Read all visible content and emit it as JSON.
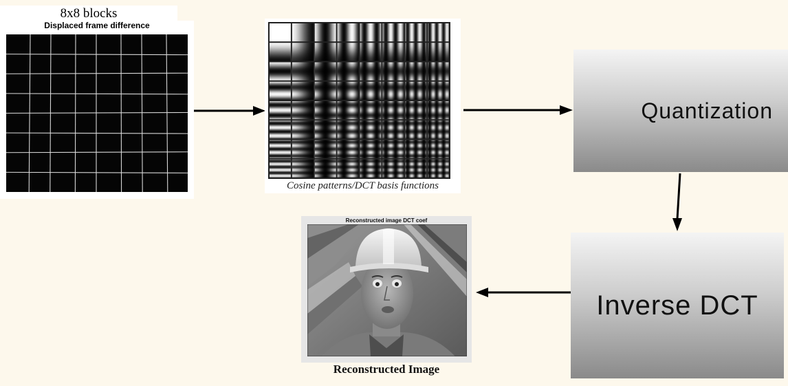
{
  "blocks": {
    "caption": "8x8 blocks",
    "title": "Displaced frame difference"
  },
  "dct": {
    "caption": "Cosine patterns/DCT basis functions"
  },
  "quantization": {
    "label": "Quantization"
  },
  "inverse_dct": {
    "label": "Inverse DCT"
  },
  "reconstructed": {
    "title": "Reconstructed image DCT coef",
    "caption": "Reconstructed Image"
  }
}
